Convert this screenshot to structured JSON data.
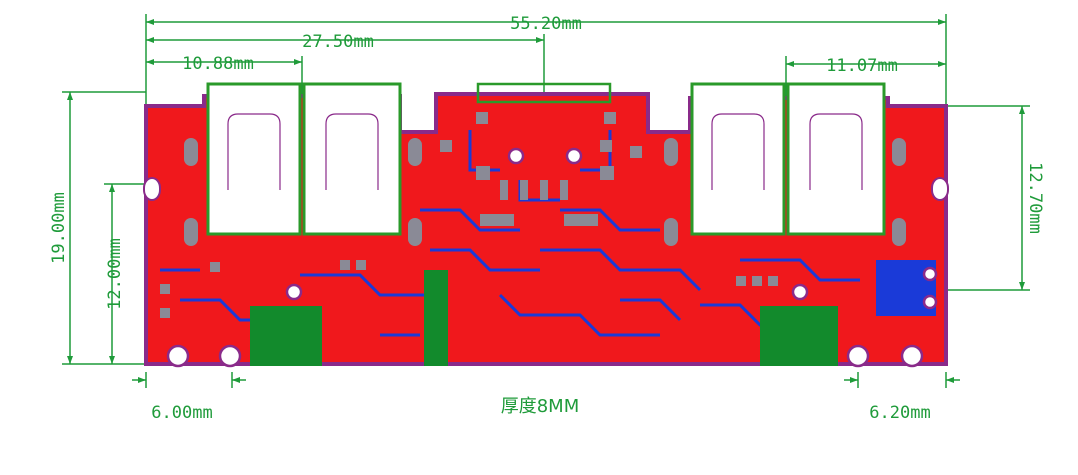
{
  "colors": {
    "dimension": "#1f9b3a",
    "board_fill": "#f0181c",
    "outline": "#8a2a8a",
    "usb_fill": "#ffffff",
    "usb_outline": "#2a9a2a",
    "trace": "#1a3ad8",
    "pad": "#8a8a96",
    "copper_block": "#128a2c",
    "background": "#ffffff"
  },
  "dimensions": {
    "total_width": "55.20mm",
    "half_width": "27.50mm",
    "left_usb_offset": "10.88mm",
    "right_usb_offset": "11.07mm",
    "total_height": "19.00mm",
    "left_inner_height": "12.00mm",
    "right_inner_height": "12.70mm",
    "left_bottom_offset": "6.00mm",
    "right_bottom_offset": "6.20mm"
  },
  "note": "厚度8MM",
  "icons": {
    "board": "pcb-board-icon",
    "usb": "usb-port-icon"
  }
}
